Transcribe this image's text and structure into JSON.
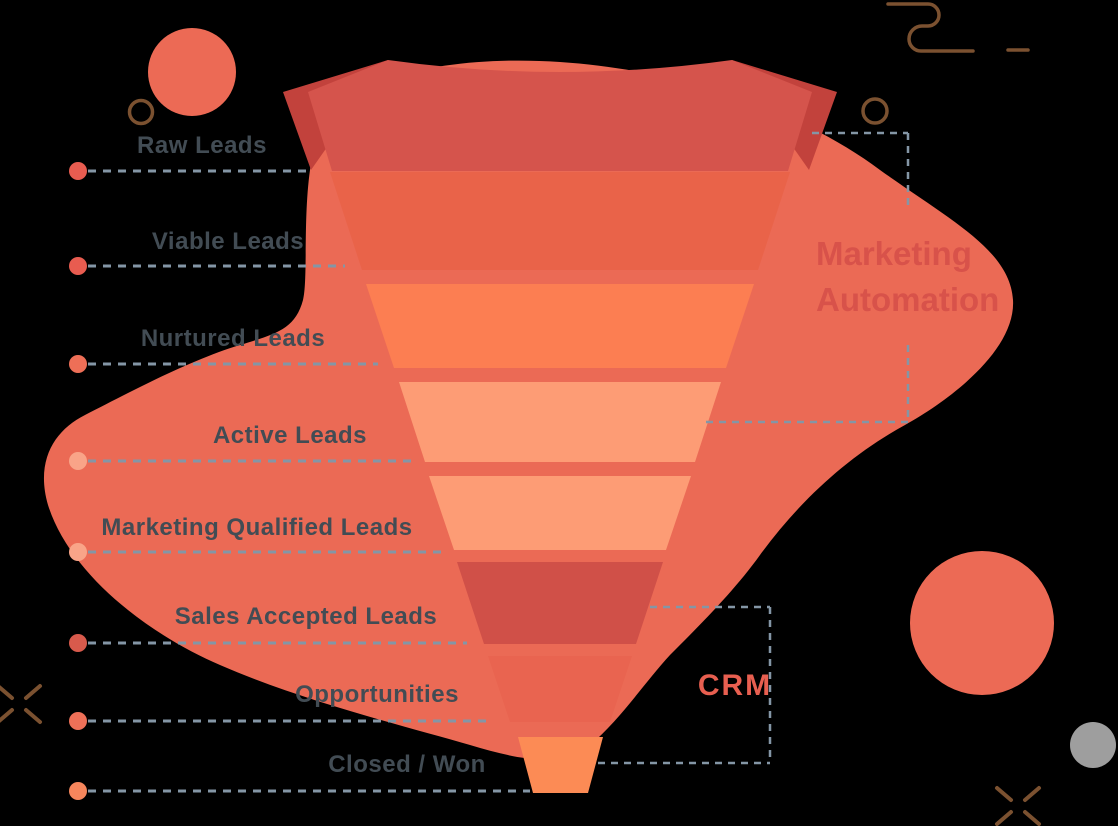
{
  "title": "Marketing and Sales Funnel Diagram",
  "background_color": "#000000",
  "colors": {
    "blob": "#EB6A55",
    "ribbon": "#D5544C",
    "ribbon_wing": "#C2423C",
    "dashed_line": "#8496A6",
    "label_text": "#424C54",
    "decor_brown": "#7B5130",
    "circle_coral": "#EC6A55",
    "circle_gray": "#9E9E9E"
  },
  "funnel": {
    "stages": [
      {
        "label": "Raw Leads",
        "color": "#D5544C",
        "dot_color": "#E85C50"
      },
      {
        "label": "Viable Leads",
        "color": "#E96349",
        "dot_color": "#E85C50"
      },
      {
        "label": "Nurtured Leads",
        "color": "#FC7E52",
        "dot_color": "#EE6F57"
      },
      {
        "label": "Active Leads",
        "color": "#FD9C75",
        "dot_color": "#F9A488"
      },
      {
        "label": "Marketing Qualified Leads",
        "color": "#FD9C75",
        "dot_color": "#F9A488"
      },
      {
        "label": "Sales Accepted Leads",
        "color": "#D05048",
        "dot_color": "#D85A4C"
      },
      {
        "label": "Opportunities",
        "color": "#E96450",
        "dot_color": "#EE7058"
      },
      {
        "label": "Closed / Won",
        "color": "#FC8B55",
        "dot_color": "#F6865C"
      }
    ]
  },
  "annotations": {
    "marketing_automation": {
      "label": "Marketing Automation",
      "color": "#D8524A"
    },
    "crm": {
      "label": "CRM",
      "color": "#E85F50"
    }
  }
}
